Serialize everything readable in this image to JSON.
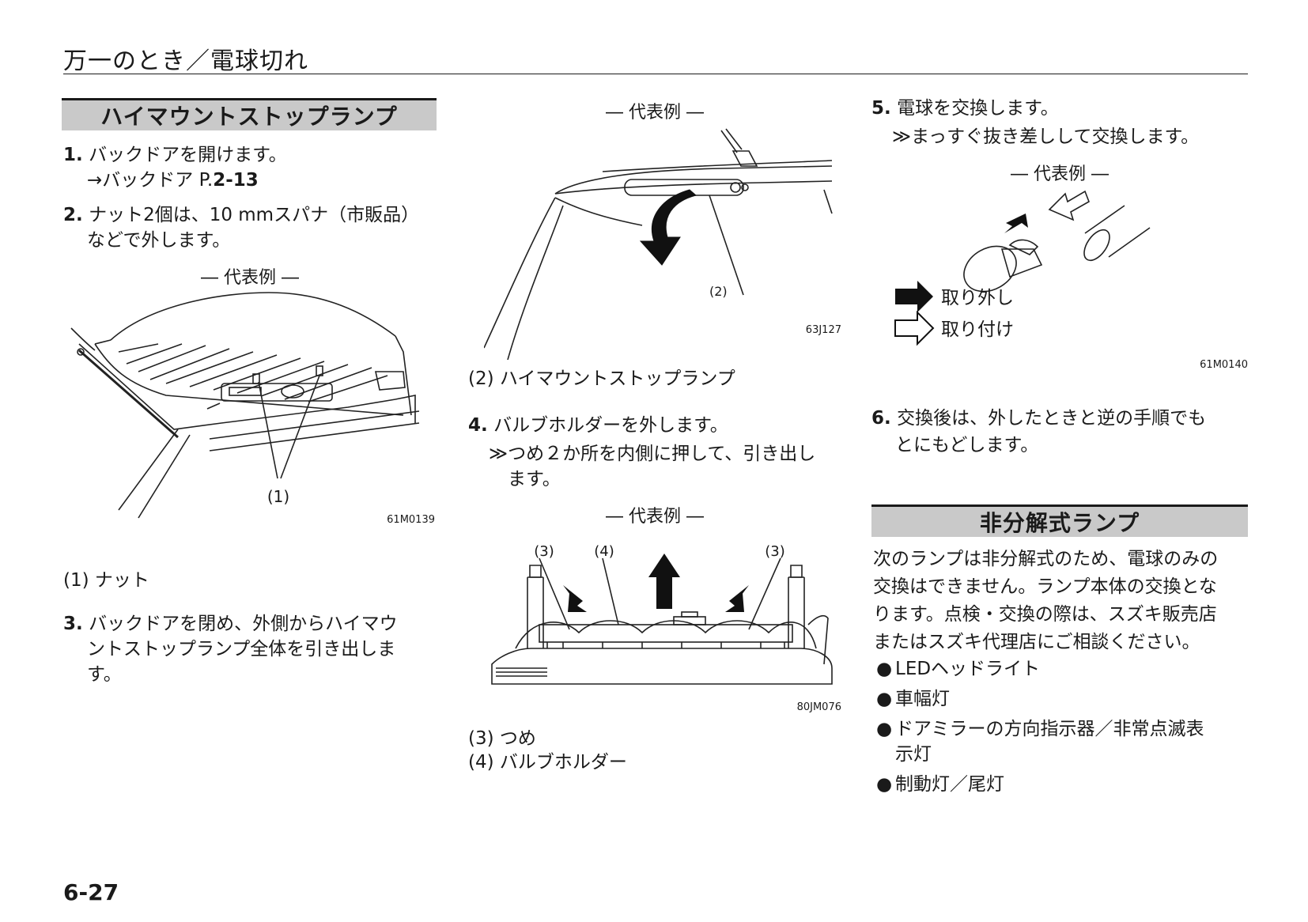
{
  "header": {
    "title": "万一のとき／電球切れ"
  },
  "page_number": "6-27",
  "left": {
    "section_title": "ハイマウントストップランプ",
    "step1": {
      "num": "1.",
      "text": "バックドアを開けます。",
      "ref_prefix": "→バックドア P.",
      "ref_page": "2-13"
    },
    "step2": {
      "num": "2.",
      "line1": "ナット2個は、10 mmスパナ（市販品）",
      "line2": "などで外します。"
    },
    "figure1": {
      "caption": "― 代表例 ―",
      "callout": "(1)",
      "code": "61M0139"
    },
    "legend1": "(1) ナット",
    "step3": {
      "num": "3.",
      "line1": "バックドアを閉め、外側からハイマウ",
      "line2": "ントストップランプ全体を引き出しま",
      "line3": "す。"
    }
  },
  "middle": {
    "figure2": {
      "caption": "― 代表例 ―",
      "callout": "(2)",
      "code": "63J127"
    },
    "legend2": "(2) ハイマウントストップランプ",
    "step4": {
      "num": "4.",
      "text": "バルブホルダーを外します。",
      "note_line1": "≫つめ２か所を内側に押して、引き出し",
      "note_line2": "ます。"
    },
    "figure3": {
      "caption": "― 代表例 ―",
      "callout_left": "(3)",
      "callout_mid": "(4)",
      "callout_right": "(3)",
      "code": "80JM076"
    },
    "legend3": "(3) つめ",
    "legend4": "(4) バルブホルダー"
  },
  "right": {
    "step5": {
      "num": "5.",
      "text": "電球を交換します。",
      "note": "≫まっすぐ抜き差しして交換します。"
    },
    "figure4": {
      "caption": "― 代表例 ―",
      "remove_label": "取り外し",
      "install_label": "取り付け",
      "code": "61M0140"
    },
    "step6": {
      "num": "6.",
      "line1": "交換後は、外したときと逆の手順でも",
      "line2": "とにもどします。"
    },
    "section2_title": "非分解式ランプ",
    "para": [
      "次のランプは非分解式のため、電球のみの",
      "交換はできません。ランプ本体の交換とな",
      "ります。点検・交換の際は、スズキ販売店",
      "またはスズキ代理店にご相談ください。"
    ],
    "bullets": [
      "LEDヘッドライト",
      "車幅灯",
      "ドアミラーの方向指示器／非常点滅表",
      "示灯",
      "制動灯／尾灯"
    ]
  }
}
